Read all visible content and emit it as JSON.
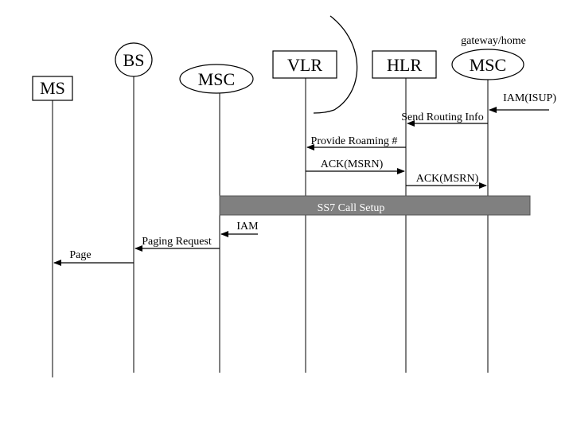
{
  "entities": {
    "ms": "MS",
    "bs": "BS",
    "msc_serving": "MSC",
    "vlr": "VLR",
    "hlr": "HLR",
    "msc_gateway": "MSC",
    "gateway_label": "gateway/home"
  },
  "messages": {
    "iam_isup": "IAM(ISUP)",
    "send_routing_info": "Send Routing Info",
    "provide_roaming": "Provide Roaming #",
    "ack_msrn_1": "ACK(MSRN)",
    "ack_msrn_2": "ACK(MSRN)",
    "ss7_call_setup": "SS7 Call Setup",
    "iam": "IAM",
    "paging_request": "Paging Request",
    "page": "Page"
  },
  "colors": {
    "band_fill": "#808080",
    "line": "#000000"
  }
}
